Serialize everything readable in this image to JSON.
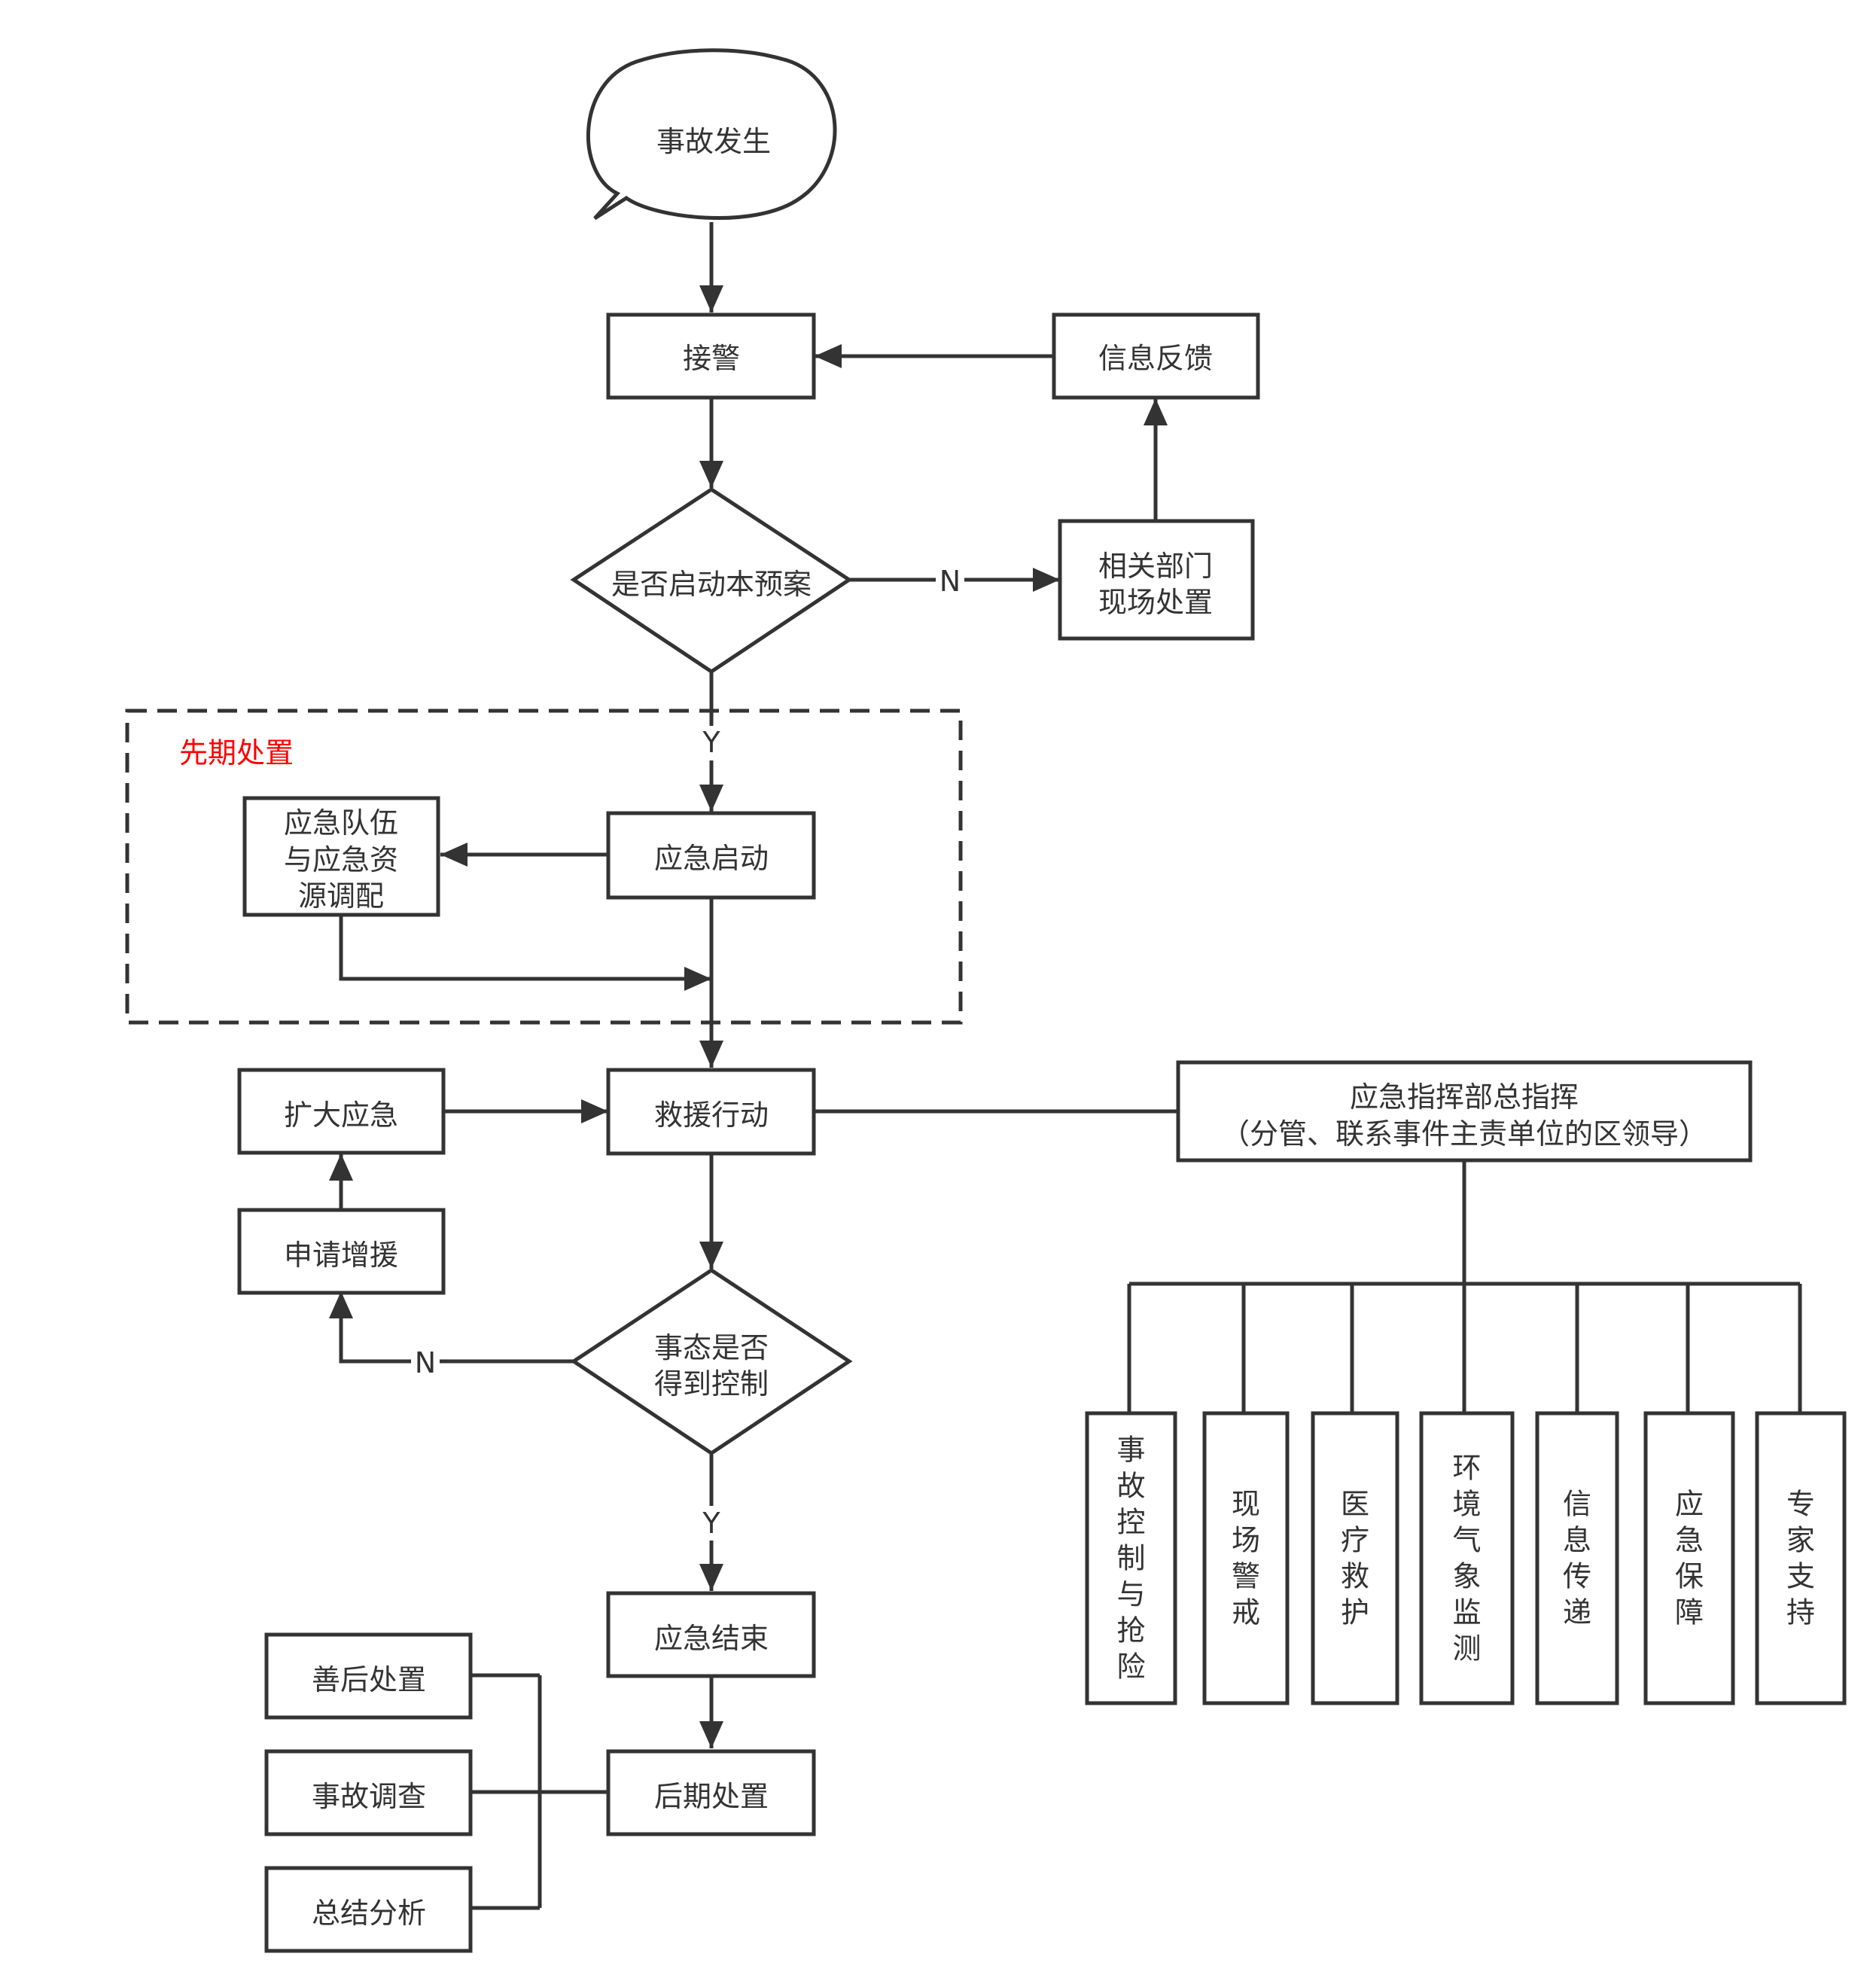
{
  "diagram": {
    "region": {
      "label": "先期处置",
      "label_color": "#ff0000"
    },
    "nodes": {
      "incident": "事故发生",
      "receive_alarm": "接警",
      "info_feedback": "信息反馈",
      "start_plan_decision": "是否启动本预案",
      "dept_handling": [
        "相关部门",
        "现场处置"
      ],
      "emergency_start": "应急启动",
      "team_dispatch": [
        "应急队伍",
        "与应急资",
        "源调配"
      ],
      "expand_response": "扩大应急",
      "rescue_action": "救援行动",
      "commander": [
        "应急指挥部总指挥",
        "（分管、联系事件主责单位的区领导）"
      ],
      "request_support": "申请增援",
      "controlled_decision": [
        "事态是否",
        "得到控制"
      ],
      "emergency_end": "应急结束",
      "aftermath": "善后处置",
      "accident_investigation": "事故调查",
      "summary_analysis": "总结分析",
      "post_handling": "后期处置",
      "groups": [
        "事故控制与抢险",
        "现场警戒",
        "医疗救护",
        "环境气象监测",
        "信息传递",
        "应急保障",
        "专家支持"
      ]
    },
    "edge_labels": {
      "no": "N",
      "yes": "Y"
    }
  }
}
